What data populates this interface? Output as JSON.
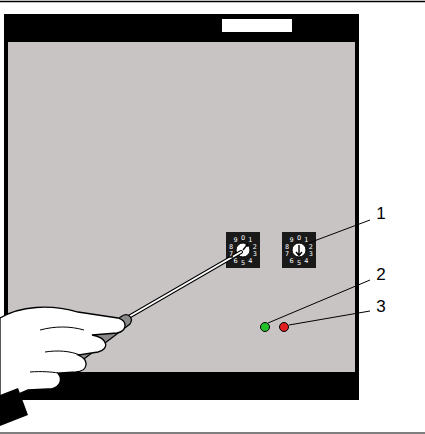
{
  "diagram": {
    "labels": [
      "1",
      "2",
      "3",
      "0",
      "1",
      "2",
      "3",
      "4",
      "5",
      "6",
      "7",
      "8",
      "9",
      "0",
      "1",
      "2",
      "3",
      "4",
      "5",
      "6",
      "7",
      "8",
      "9"
    ]
  }
}
